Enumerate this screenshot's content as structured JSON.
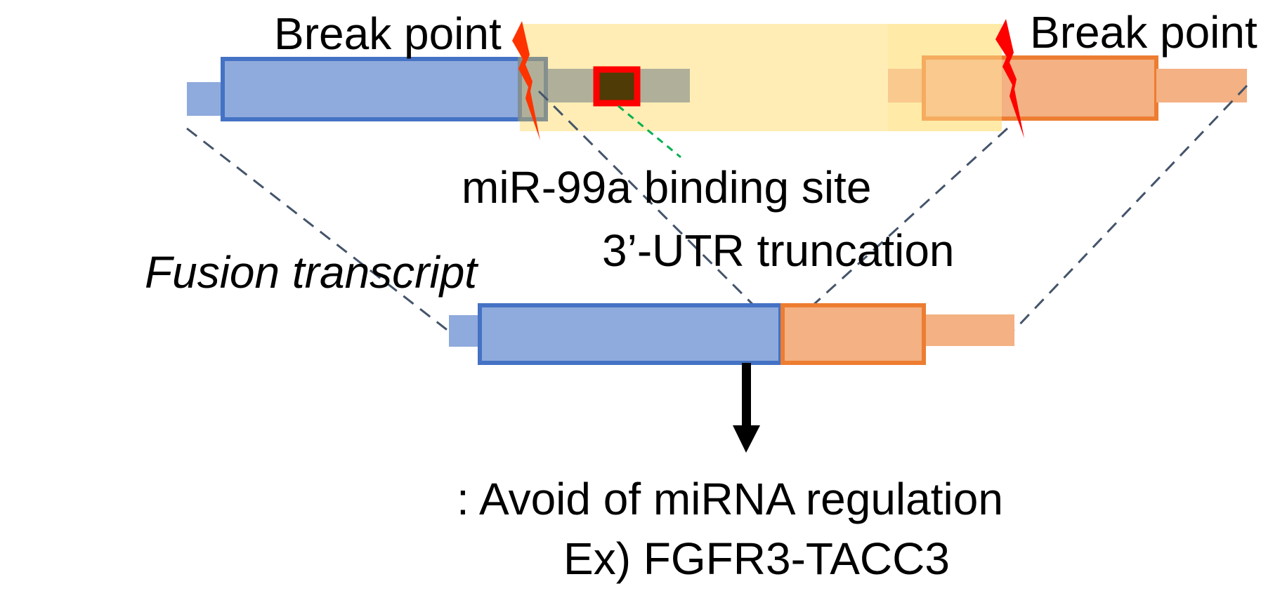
{
  "labels": {
    "break_point_left": "Break point",
    "break_point_right": "Break point",
    "binding_site": "miR-99a binding site",
    "utr_truncation": "3’-UTR truncation",
    "fusion_transcript": "Fusion transcript",
    "result_line": ": Avoid of miRNA regulation",
    "example_line": "Ex) FGFR3-TACC3"
  },
  "genes": {
    "gene5": {
      "role": "5' partner gene",
      "color_fill": "#8FAADC",
      "color_border": "#4472C4"
    },
    "gene3": {
      "role": "3' partner gene",
      "color_fill": "#F4B183",
      "color_border": "#ED7D31"
    }
  },
  "colors": {
    "highlight": "#FFE699",
    "utr_gray": "#B0B09A",
    "binding_site_border": "#FF0000",
    "binding_site_fill": "#4F3B05",
    "break_bolt": "#FF0000",
    "guide_dash": "#44546A",
    "binding_dash": "#00B050",
    "arrow": "#000000"
  },
  "icons": {
    "break_left": "lightning-bolt-icon",
    "break_right": "lightning-bolt-icon",
    "result_arrow": "arrow-down-icon"
  }
}
